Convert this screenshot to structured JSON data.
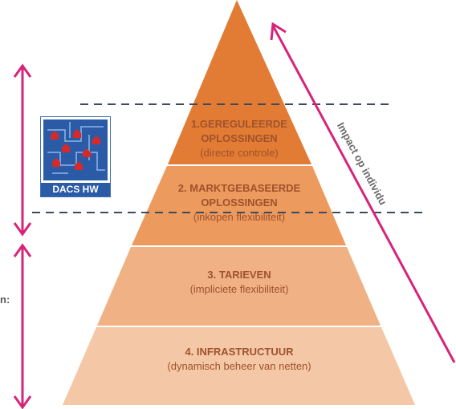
{
  "pyramid": {
    "tiers": [
      {
        "title": "1.GEREGULEERDE",
        "title2": "OPLOSSINGEN",
        "subtitle": "(directe controle)",
        "color": "#e27b33"
      },
      {
        "title": "2. MARKTGEBASEERDE",
        "title2": "OPLOSSINGEN",
        "subtitle": "(inkopen flexibiliteit)",
        "color": "#ec9a5d"
      },
      {
        "title": "3. TARIEVEN",
        "title2": "",
        "subtitle": "(impliciete flexibiliteit)",
        "color": "#f0b184"
      },
      {
        "title": "4. INFRASTRUCTUUR",
        "title2": "",
        "subtitle": "(dynamisch beheer van netten)",
        "color": "#f4c7a6"
      }
    ]
  },
  "impact_label": "Impact op individu",
  "left_cut_label": "n:",
  "logo": {
    "caption": "DACS HW",
    "name": "dacs-hw-logo"
  },
  "colors": {
    "arrow": "#d6247a",
    "dash": "#3d4a5e",
    "divider": "#ffffff",
    "logo_blue": "#2b5aa6",
    "house": "#d62a2a"
  }
}
